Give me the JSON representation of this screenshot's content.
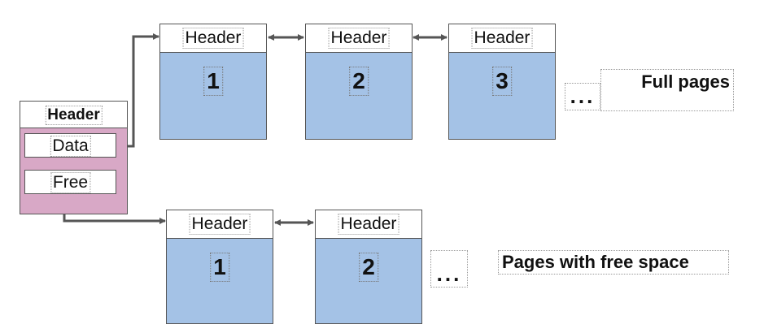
{
  "directory": {
    "header": "Header",
    "slots": [
      "Data",
      "Free"
    ]
  },
  "full_pages": {
    "label": "Full pages",
    "ellipsis": "...",
    "pages": [
      {
        "header": "Header",
        "number": "1"
      },
      {
        "header": "Header",
        "number": "2"
      },
      {
        "header": "Header",
        "number": "3"
      }
    ]
  },
  "free_pages": {
    "label": "Pages with free space",
    "ellipsis": "...",
    "pages": [
      {
        "header": "Header",
        "number": "1"
      },
      {
        "header": "Header",
        "number": "2"
      }
    ]
  },
  "colors": {
    "page_fill": "#a4c2e6",
    "directory_fill": "#d8a8c6",
    "arrow": "#555555"
  }
}
